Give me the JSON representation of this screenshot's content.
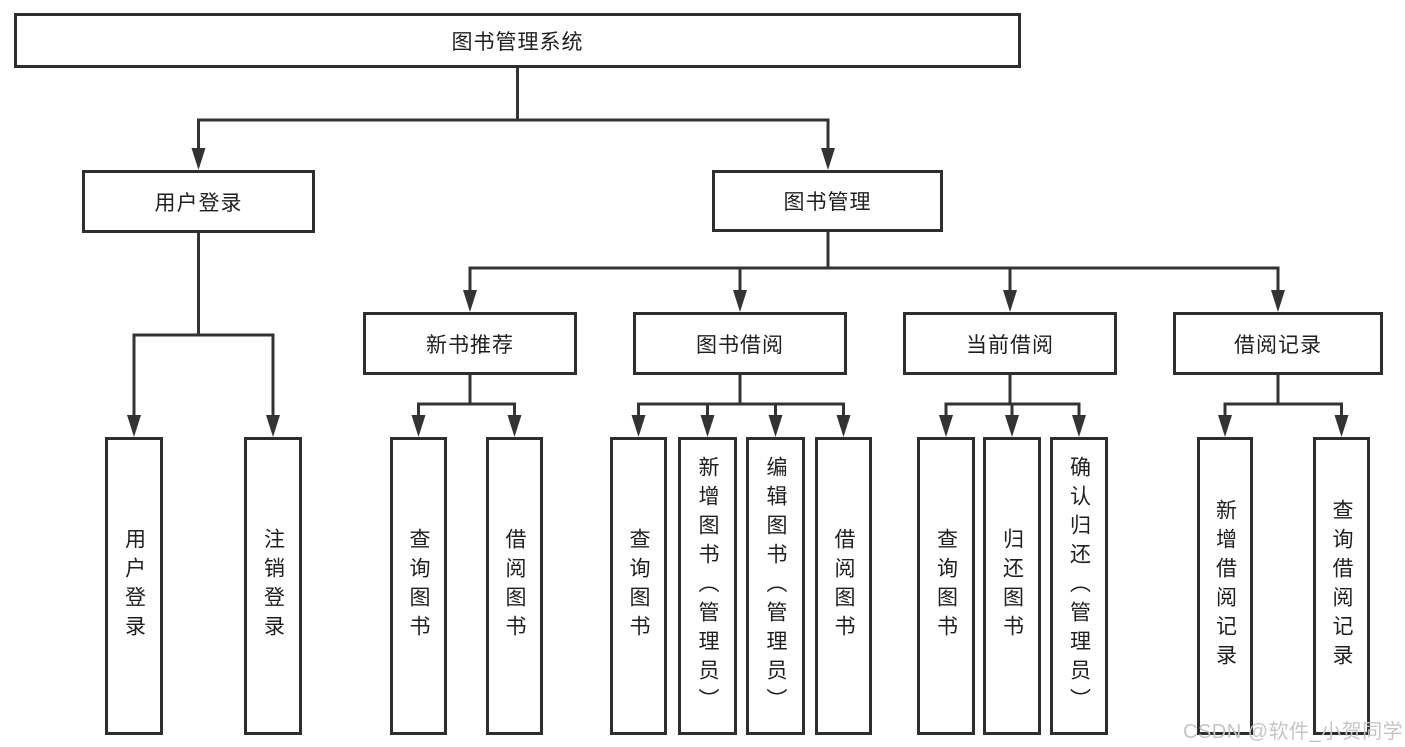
{
  "colors": {
    "line": "#333333",
    "box_border": "#2e2e2e",
    "text": "#1f1f1f",
    "background": "#ffffff",
    "watermark": "#c5c5c5"
  },
  "tree": {
    "root": {
      "label": "图书管理系统",
      "children": [
        {
          "label": "用户登录",
          "children": [
            {
              "label": "用户登录"
            },
            {
              "label": "注销登录"
            }
          ]
        },
        {
          "label": "图书管理",
          "children": [
            {
              "label": "新书推荐",
              "children": [
                {
                  "label": "查询图书"
                },
                {
                  "label": "借阅图书"
                }
              ]
            },
            {
              "label": "图书借阅",
              "children": [
                {
                  "label": "查询图书"
                },
                {
                  "label": "新增图书（管理员）"
                },
                {
                  "label": "编辑图书（管理员）"
                },
                {
                  "label": "借阅图书"
                }
              ]
            },
            {
              "label": "当前借阅",
              "children": [
                {
                  "label": "查询图书"
                },
                {
                  "label": "归还图书"
                },
                {
                  "label": "确认归还（管理员）"
                }
              ]
            },
            {
              "label": "借阅记录",
              "children": [
                {
                  "label": "新增借阅记录"
                },
                {
                  "label": "查询借阅记录"
                }
              ]
            }
          ]
        }
      ]
    }
  },
  "watermark": {
    "text": "CSDN @软件_小贺同学"
  }
}
